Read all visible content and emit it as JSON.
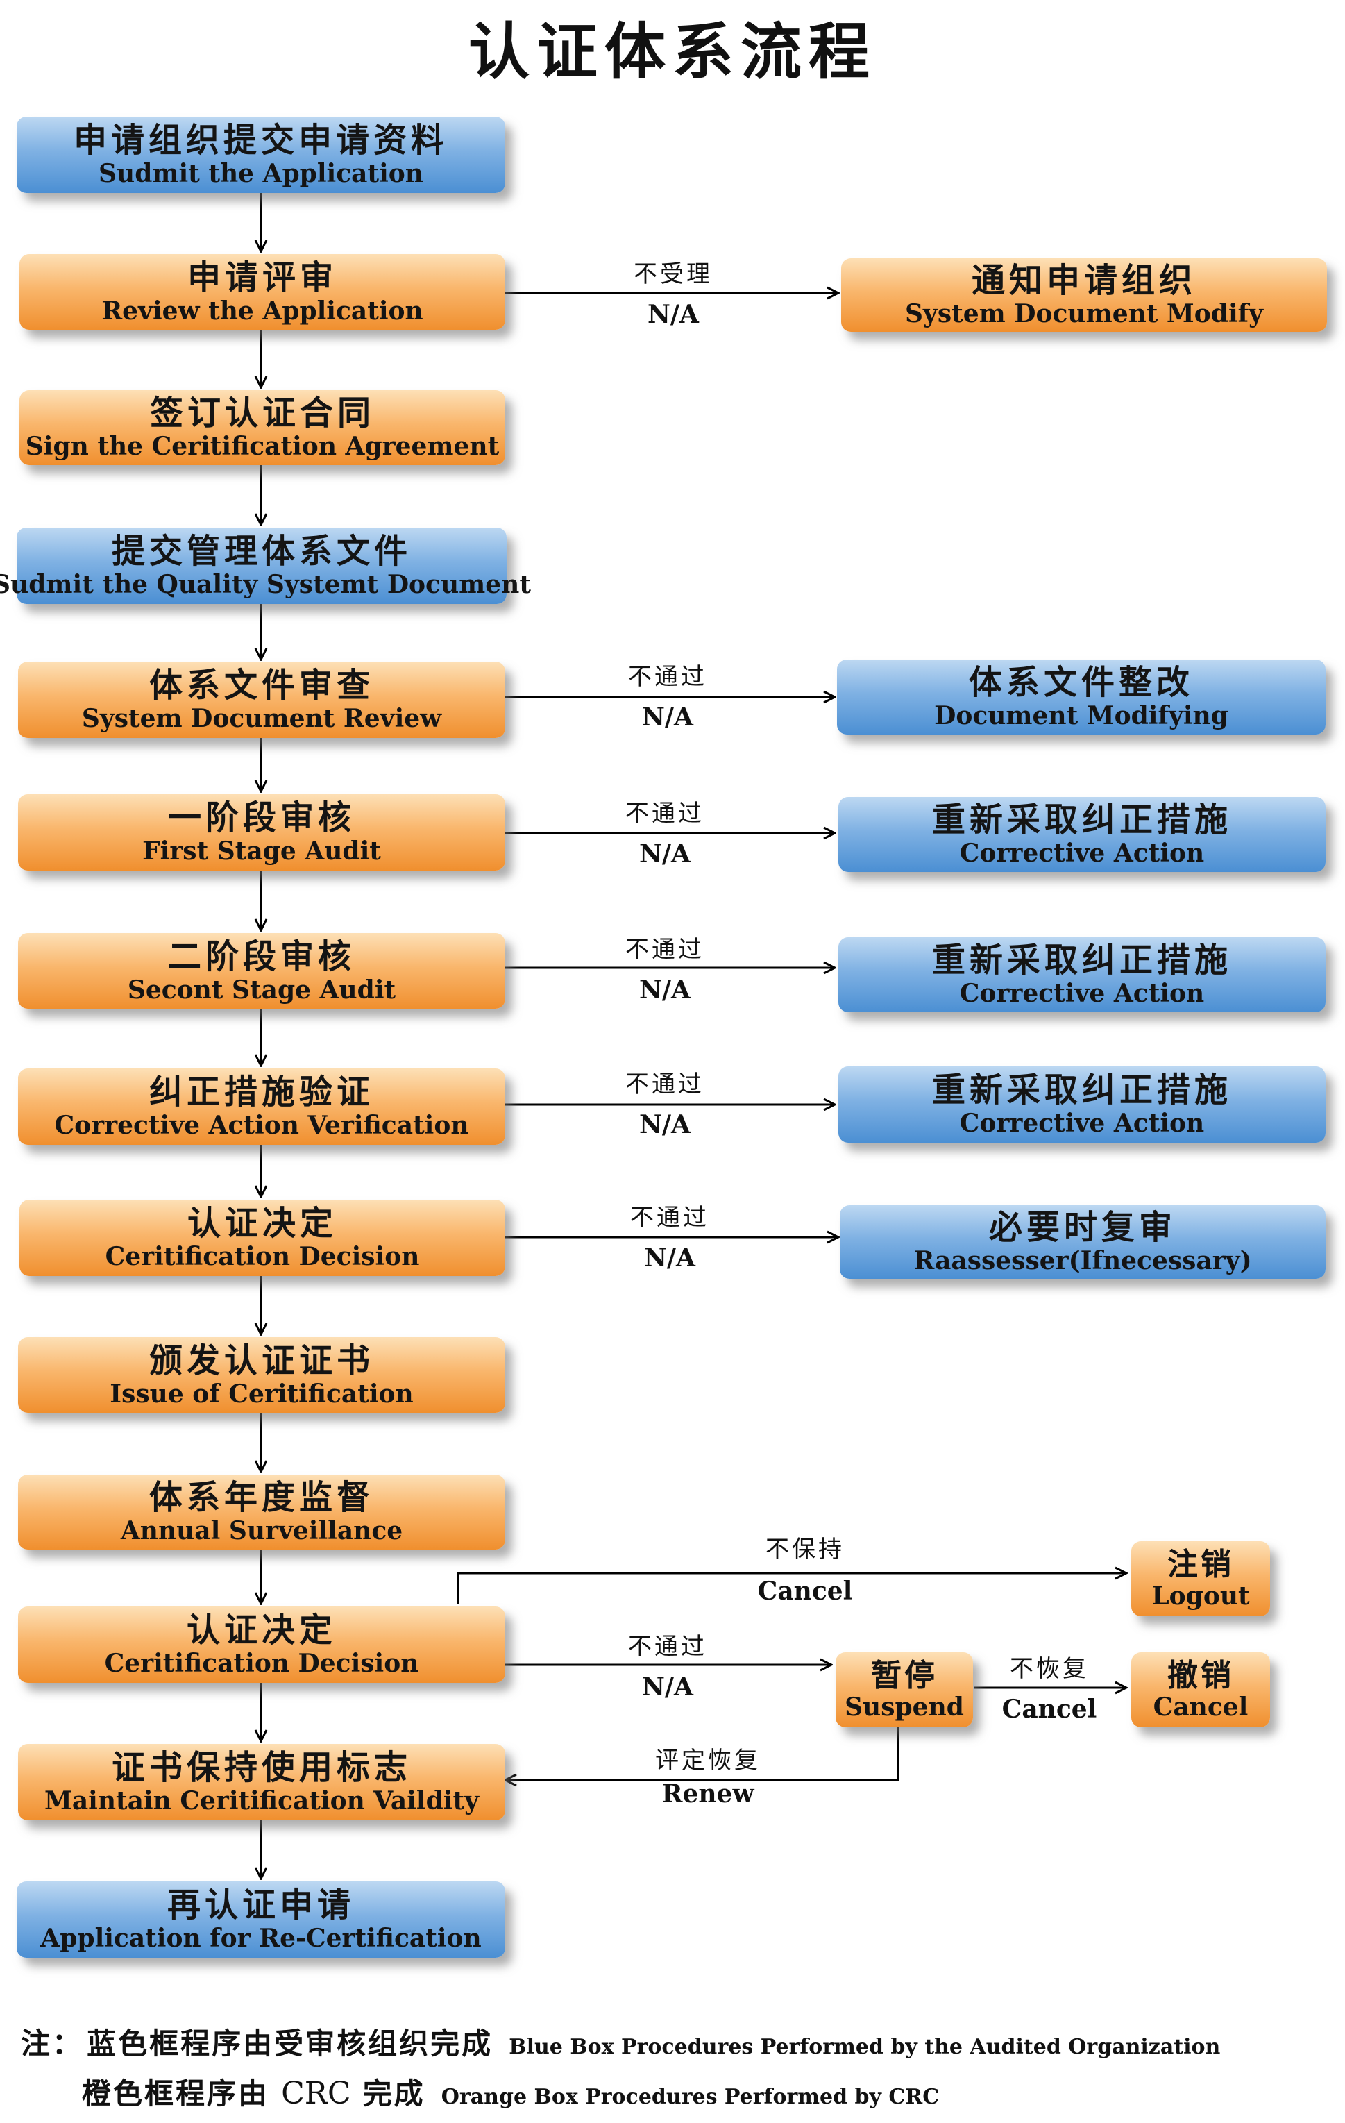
{
  "title": "认证体系流程",
  "boxes": {
    "b1": {
      "zh": "申请组织提交申请资料",
      "en": "Sudmit the Application"
    },
    "b2": {
      "zh": "申请评审",
      "en": "Review the Application"
    },
    "b3": {
      "zh": "签订认证合同",
      "en": "Sign the Ceritification Agreement"
    },
    "b4": {
      "zh": "提交管理体系文件",
      "en": "Sudmit the Quality Systemt Document"
    },
    "b5": {
      "zh": "体系文件审查",
      "en": "System Document Review"
    },
    "b6": {
      "zh": "一阶段审核",
      "en": "First Stage Audit"
    },
    "b7": {
      "zh": "二阶段审核",
      "en": "Secont Stage Audit"
    },
    "b8": {
      "zh": "纠正措施验证",
      "en": "Corrective Action Verification"
    },
    "b9": {
      "zh": "认证决定",
      "en": "Ceritification Decision"
    },
    "b10": {
      "zh": "颁发认证证书",
      "en": "Issue of Ceritification"
    },
    "b11": {
      "zh": "体系年度监督",
      "en": "Annual Surveillance"
    },
    "b12": {
      "zh": "认证决定",
      "en": "Ceritification Decision"
    },
    "b13": {
      "zh": "证书保持使用标志",
      "en": "Maintain Ceritification Vaildity"
    },
    "b14": {
      "zh": "再认证申请",
      "en": "Application for Re-Certification"
    },
    "r2": {
      "zh": "通知申请组织",
      "en": "System Document Modify"
    },
    "r5": {
      "zh": "体系文件整改",
      "en": "Document Modifying"
    },
    "r6": {
      "zh": "重新采取纠正措施",
      "en": "Corrective Action"
    },
    "r7": {
      "zh": "重新采取纠正措施",
      "en": "Corrective Action"
    },
    "r8": {
      "zh": "重新采取纠正措施",
      "en": "Corrective Action"
    },
    "r9": {
      "zh": "必要时复审",
      "en": "Raassesser(Ifnecessary)"
    },
    "logout": {
      "zh": "注销",
      "en": "Logout"
    },
    "suspend": {
      "zh": "暂停",
      "en": "Suspend"
    },
    "cancel": {
      "zh": "撤销",
      "en": "Cancel"
    }
  },
  "labels": {
    "l2": {
      "zh": "不受理",
      "en": "N/A"
    },
    "l5": {
      "zh": "不通过",
      "en": "N/A"
    },
    "l6": {
      "zh": "不通过",
      "en": "N/A"
    },
    "l7": {
      "zh": "不通过",
      "en": "N/A"
    },
    "l8": {
      "zh": "不通过",
      "en": "N/A"
    },
    "l9": {
      "zh": "不通过",
      "en": "N/A"
    },
    "lcancel": {
      "zh": "不保持",
      "en": "Cancel"
    },
    "l12": {
      "zh": "不通过",
      "en": "N/A"
    },
    "lsusp": {
      "zh": "不恢复",
      "en": "Cancel"
    },
    "lrenew": {
      "zh": "评定恢复",
      "en": "Renew"
    }
  },
  "notes": {
    "prefix": "注：",
    "blue_zh": "蓝色框程序由受审核组织完成",
    "blue_en": "Blue Box Procedures Performed by the Audited Organization",
    "orange_zh1": "橙色框程序由",
    "orange_crc": "CRC",
    "orange_zh2": "完成",
    "orange_en": "Orange Box Procedures Performed by CRC"
  }
}
